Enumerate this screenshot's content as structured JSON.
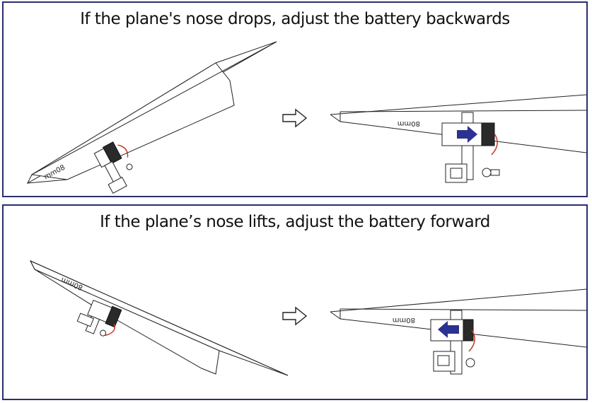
{
  "panels": [
    {
      "caption": "If the plane's nose drops, adjust the battery backwards",
      "mark_label": "80mm",
      "arrow_direction": "backward",
      "arrow_color": "#2b3290"
    },
    {
      "caption": "If the plane’s nose lifts, adjust the battery forward",
      "mark_label": "80mm",
      "arrow_direction": "forward",
      "arrow_color": "#2b3290"
    }
  ],
  "colors": {
    "frame": "#2a2f6e",
    "line": "#222222",
    "battery_cap": "#2a2a2a",
    "wire": "#c0392b"
  }
}
